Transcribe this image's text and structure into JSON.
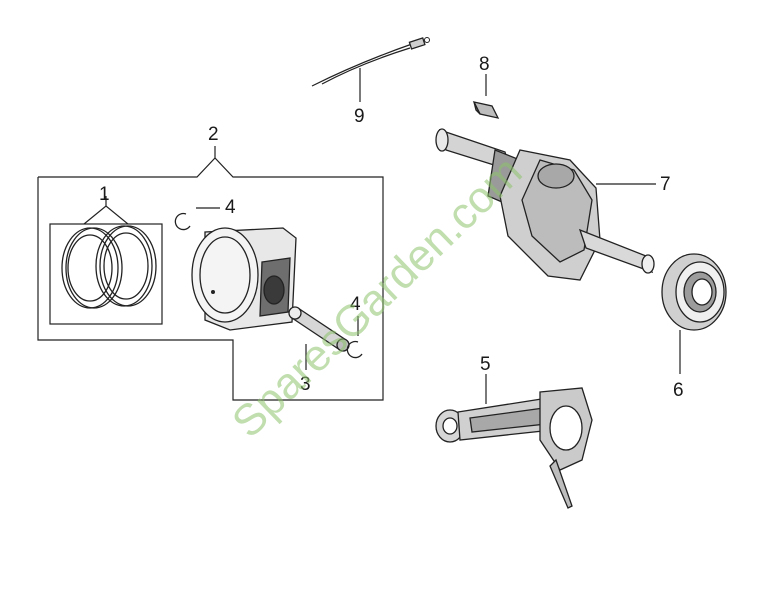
{
  "callouts": {
    "piston_rings": "1",
    "piston_assembly": "2",
    "piston_pin": "3",
    "clip_upper": "4",
    "clip_lower": "4",
    "connecting_rod": "5",
    "bearing": "6",
    "crankshaft": "7",
    "key": "8",
    "wire": "9"
  },
  "watermark": "SparesGarden.com",
  "colors": {
    "line": "#222222",
    "watermark": "#8cc26c",
    "part_fill": "#d9d9d9",
    "part_shade": "#8a8a8a"
  }
}
